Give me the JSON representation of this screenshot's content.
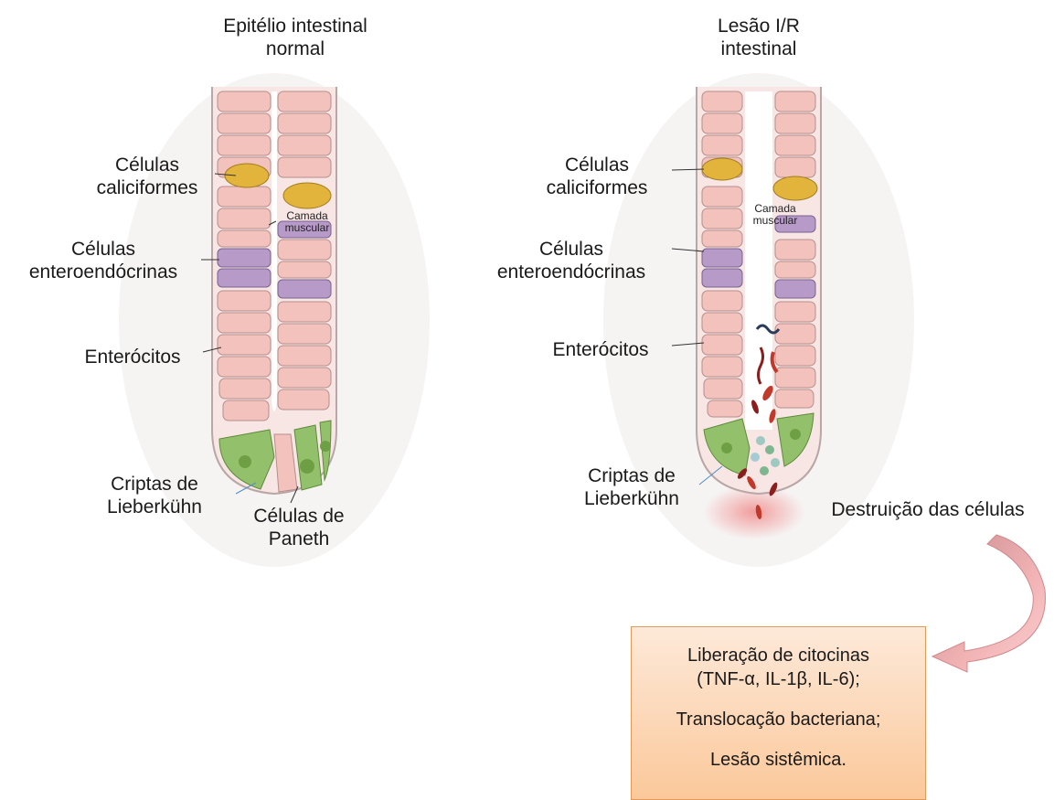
{
  "normal": {
    "title_line1": "Epitélio intestinal",
    "title_line2": "normal",
    "goblet_1": "Células",
    "goblet_2": "caliciformes",
    "entero_1": "Células",
    "entero_2": "enteroendócrinas",
    "enterocytes": "Enterócitos",
    "crypts_1": "Criptas de",
    "crypts_2": "Lieberkühn",
    "paneth_1": "Células de",
    "paneth_2": "Paneth",
    "muscle_1": "Camada",
    "muscle_2": "muscular"
  },
  "injury": {
    "title_line1": "Lesão I/R",
    "title_line2": "intestinal",
    "goblet_1": "Células",
    "goblet_2": "caliciformes",
    "entero_1": "Células",
    "entero_2": "enteroendócrinas",
    "enterocytes": "Enterócitos",
    "crypts_1": "Criptas de",
    "crypts_2": "Lieberkühn",
    "muscle_1": "Camada",
    "muscle_2": "muscular",
    "destruction": "Destruição das células"
  },
  "outcome": {
    "line1": "Liberação de citocinas",
    "line2": "(TNF-α, IL-1β, IL-6);",
    "line3": "Translocação bacteriana;",
    "line4": "Lesão sistêmica."
  },
  "colors": {
    "enterocyte": "#f3c2bd",
    "goblet": "#e3b43b",
    "enteroendocrine": "#b79ac8",
    "paneth": "#93c16b",
    "arrow": "#e8a0a3"
  }
}
